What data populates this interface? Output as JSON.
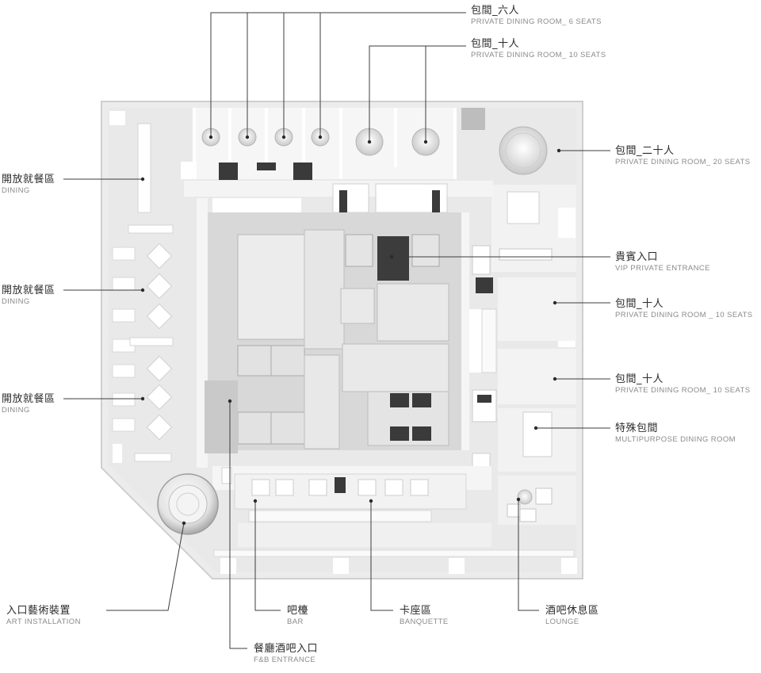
{
  "labels": {
    "pdr6": {
      "zh": "包間_六人",
      "en": "PRIVATE DINING ROOM_ 6 SEATS"
    },
    "pdr10a": {
      "zh": "包間_十人",
      "en": "PRIVATE DINING ROOM_ 10 SEATS"
    },
    "pdr20": {
      "zh": "包間_二十人",
      "en": "PRIVATE DINING ROOM_ 20 SEATS"
    },
    "vip": {
      "zh": "貴賓入口",
      "en": "VIP PRIVATE ENTRANCE"
    },
    "pdr10b": {
      "zh": "包間_十人",
      "en": "PRIVATE DINING ROOM _ 10 SEATS"
    },
    "pdr10c": {
      "zh": "包間_十人",
      "en": "PRIVATE DINING ROOM_ 10 SEATS"
    },
    "multi": {
      "zh": "特殊包間",
      "en": "MULTIPURPOSE DINING ROOM"
    },
    "dining1": {
      "zh": "開放就餐區",
      "en": "DINING"
    },
    "dining2": {
      "zh": "開放就餐區",
      "en": "DINING"
    },
    "dining3": {
      "zh": "開放就餐區",
      "en": "DINING"
    },
    "art": {
      "zh": "入口藝術裝置",
      "en": "ART INSTALLATION"
    },
    "bar": {
      "zh": "吧檯",
      "en": "BAR"
    },
    "banq": {
      "zh": "卡座區",
      "en": "BANQUETTE"
    },
    "lounge": {
      "zh": "酒吧休息區",
      "en": "LOUNGE"
    },
    "fb": {
      "zh": "餐廳酒吧入口",
      "en": "F&B ENTRANCE"
    }
  },
  "colors": {
    "floor": "#e9e9e9",
    "wall": "#ffffff",
    "core": "#d6d6d6",
    "dark": "#3a3a3a",
    "leader": "#3c3c3c"
  }
}
